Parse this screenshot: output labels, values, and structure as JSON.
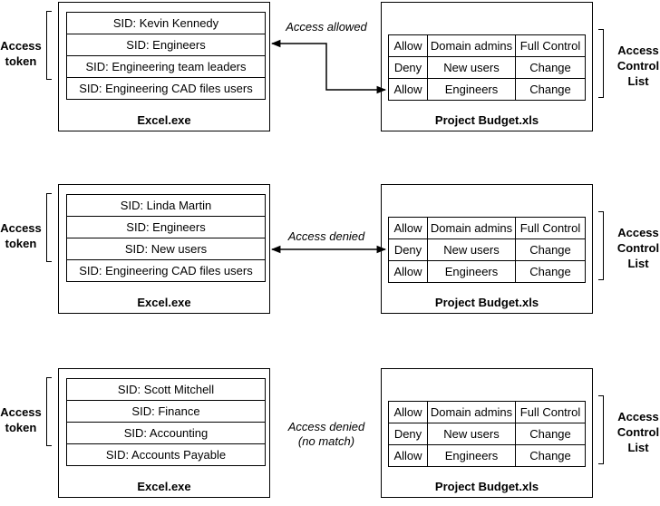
{
  "left_label": [
    "Access",
    "token"
  ],
  "right_label": [
    "Access",
    "Control",
    "List"
  ],
  "process_caption": "Excel.exe",
  "file_caption": "Project Budget.xls",
  "scenarios": [
    {
      "token_sids": [
        "SID: Kevin Kennedy",
        "SID: Engineers",
        "SID: Engineering team leaders",
        "SID: Engineering CAD files users"
      ],
      "status_lines": [
        "Access allowed"
      ],
      "acl": [
        [
          "Allow",
          "Domain admins",
          "Full Control"
        ],
        [
          "Deny",
          "New users",
          "Change"
        ],
        [
          "Allow",
          "Engineers",
          "Change"
        ]
      ]
    },
    {
      "token_sids": [
        "SID: Linda Martin",
        "SID: Engineers",
        "SID: New users",
        "SID: Engineering CAD files users"
      ],
      "status_lines": [
        "Access denied"
      ],
      "acl": [
        [
          "Allow",
          "Domain admins",
          "Full Control"
        ],
        [
          "Deny",
          "New users",
          "Change"
        ],
        [
          "Allow",
          "Engineers",
          "Change"
        ]
      ]
    },
    {
      "token_sids": [
        "SID: Scott Mitchell",
        "SID: Finance",
        "SID: Accounting",
        "SID: Accounts Payable"
      ],
      "status_lines": [
        "Access denied",
        "(no match)"
      ],
      "acl": [
        [
          "Allow",
          "Domain admins",
          "Full Control"
        ],
        [
          "Deny",
          "New users",
          "Change"
        ],
        [
          "Allow",
          "Engineers",
          "Change"
        ]
      ]
    }
  ]
}
